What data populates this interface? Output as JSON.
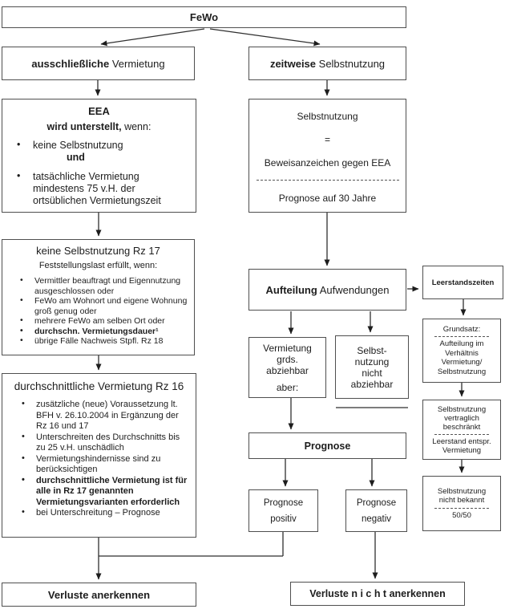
{
  "colors": {
    "border": "#4f4f4f",
    "text": "#1d1d1d",
    "background": "#ffffff"
  },
  "nodes": {
    "fewo": {
      "label": "FeWo"
    },
    "branch_left": {
      "bold": "ausschließliche",
      "rest": " Vermietung"
    },
    "branch_right": {
      "bold": "zeitweise",
      "rest": " Selbstnutzung"
    },
    "eea": {
      "title": "EEA",
      "condition_bold": "wird unterstellt,",
      "condition_rest": " wenn:",
      "bullet1": "keine Selbstnutzung",
      "bullet1_conjunction": "und",
      "bullet2": "tatsächliche Vermietung mindestens 75 v.H. der ortsüblichen Vermietungszeit"
    },
    "rz17": {
      "title": "keine Selbstnutzung Rz 17",
      "subtitle": "Feststellungslast erfüllt, wenn:",
      "bullets": [
        "Vermittler beauftragt und Eigennutzung ausgeschlossen oder",
        "FeWo am Wohnort und eigene Wohnung groß genug oder",
        "mehrere FeWo am selben Ort oder",
        "durchschn. Vermietungsdauer¹",
        "übrige Fälle Nachweis Stpfl. Rz 18"
      ]
    },
    "rz16": {
      "title": "durchschnittliche Vermietung Rz 16",
      "bullets": [
        "zusätzliche (neue) Voraussetzung lt. BFH v. 26.10.2004 in Ergänzung der Rz 16 und 17",
        "Unterschreiten des Durchschnitts bis zu 25 v.H. unschädlich",
        "Vermietungshindernisse sind zu berücksichtigen",
        "durchschnittliche Vermietung ist für alle in Rz 17 genannten Vermietungsvarianten erforderlich",
        "bei Unterschreitung – Prognose"
      ]
    },
    "selbstnutzung_eea": {
      "line1": "Selbstnutzung",
      "line2": "=",
      "line3": "Beweisanzeichen gegen EEA",
      "line4": "Prognose auf 30 Jahre"
    },
    "aufteilung": {
      "bold": "Aufteilung",
      "rest": " Aufwendungen"
    },
    "leerstandszeiten": {
      "label": "Leerstandszeiten"
    },
    "vermietung_abziehbar": {
      "line1": "Vermietung",
      "line2": "grds.",
      "line3": "abziehbar",
      "line4": "aber:"
    },
    "selbstnutzung_nicht_abziehbar": {
      "line1": "Selbst-",
      "line2": "nutzung",
      "line3": "nicht",
      "line4": "abziehbar"
    },
    "prognose": {
      "label": "Prognose"
    },
    "prognose_positiv": {
      "line1": "Prognose",
      "line2": "positiv"
    },
    "prognose_negativ": {
      "line1": "Prognose",
      "line2": "negativ"
    },
    "grundsatz": {
      "title": "Grundsatz:",
      "line1": "Aufteilung im",
      "line2": "Verhältnis",
      "line3": "Vermietung/",
      "line4": "Selbstnutzung"
    },
    "selbstnutzung_vertraglich": {
      "line1": "Selbstnutzung",
      "line2": "vertraglich",
      "line3": "beschränkt",
      "line4": "Leerstand entspr.",
      "line5": "Vermietung"
    },
    "selbstnutzung_nicht_bekannt": {
      "line1": "Selbstnutzung",
      "line2": "nicht bekannt",
      "line3": "50/50"
    },
    "verluste_anerkennen": {
      "label": "Verluste anerkennen"
    },
    "verluste_nicht_anerkennen": {
      "label": "Verluste n i c h t anerkennen"
    }
  }
}
